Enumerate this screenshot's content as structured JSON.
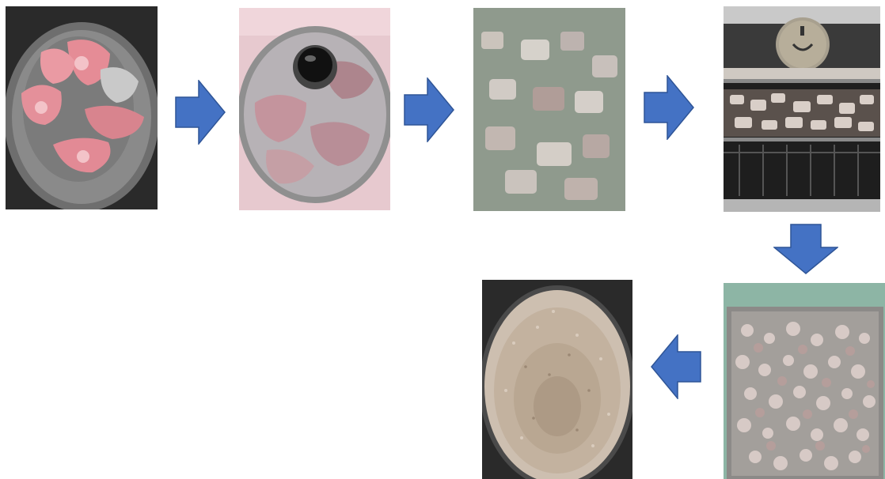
{
  "figure": {
    "steps": [
      {
        "id": "step-1",
        "icon": "raw-fish-steaks-in-pot"
      },
      {
        "id": "step-2",
        "icon": "fish-in-covered-pot"
      },
      {
        "id": "step-3",
        "icon": "boiled-fish-chunks-in-broth"
      },
      {
        "id": "step-4",
        "icon": "fish-pieces-in-oven"
      },
      {
        "id": "step-5",
        "icon": "dried-fish-on-tray"
      },
      {
        "id": "step-6",
        "icon": "ground-fish-powder-in-bowl"
      }
    ],
    "arrow_color": "#4472C4",
    "arrow_outline": "#2F5597"
  }
}
